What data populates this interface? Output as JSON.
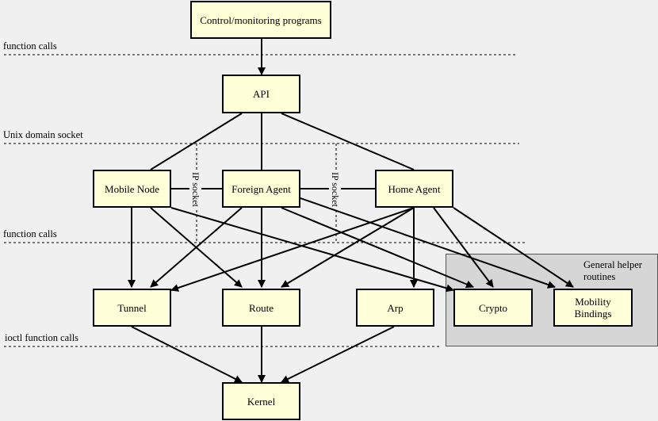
{
  "layers": {
    "function_calls_top": "function calls",
    "unix_socket": "Unix domain socket",
    "function_calls_mid": "function calls",
    "ioctl": "ioctl function calls"
  },
  "ip_socket_labels": [
    "IP socket",
    "IP socket"
  ],
  "helper_group": {
    "title": "General helper routines"
  },
  "nodes": {
    "control": "Control/monitoring programs",
    "api": "API",
    "mobile_node": "Mobile Node",
    "foreign_agent": "Foreign Agent",
    "home_agent": "Home Agent",
    "tunnel": "Tunnel",
    "route": "Route",
    "arp": "Arp",
    "crypto": "Crypto",
    "mobility_bindings": "Mobility Bindings",
    "kernel": "Kernel"
  }
}
